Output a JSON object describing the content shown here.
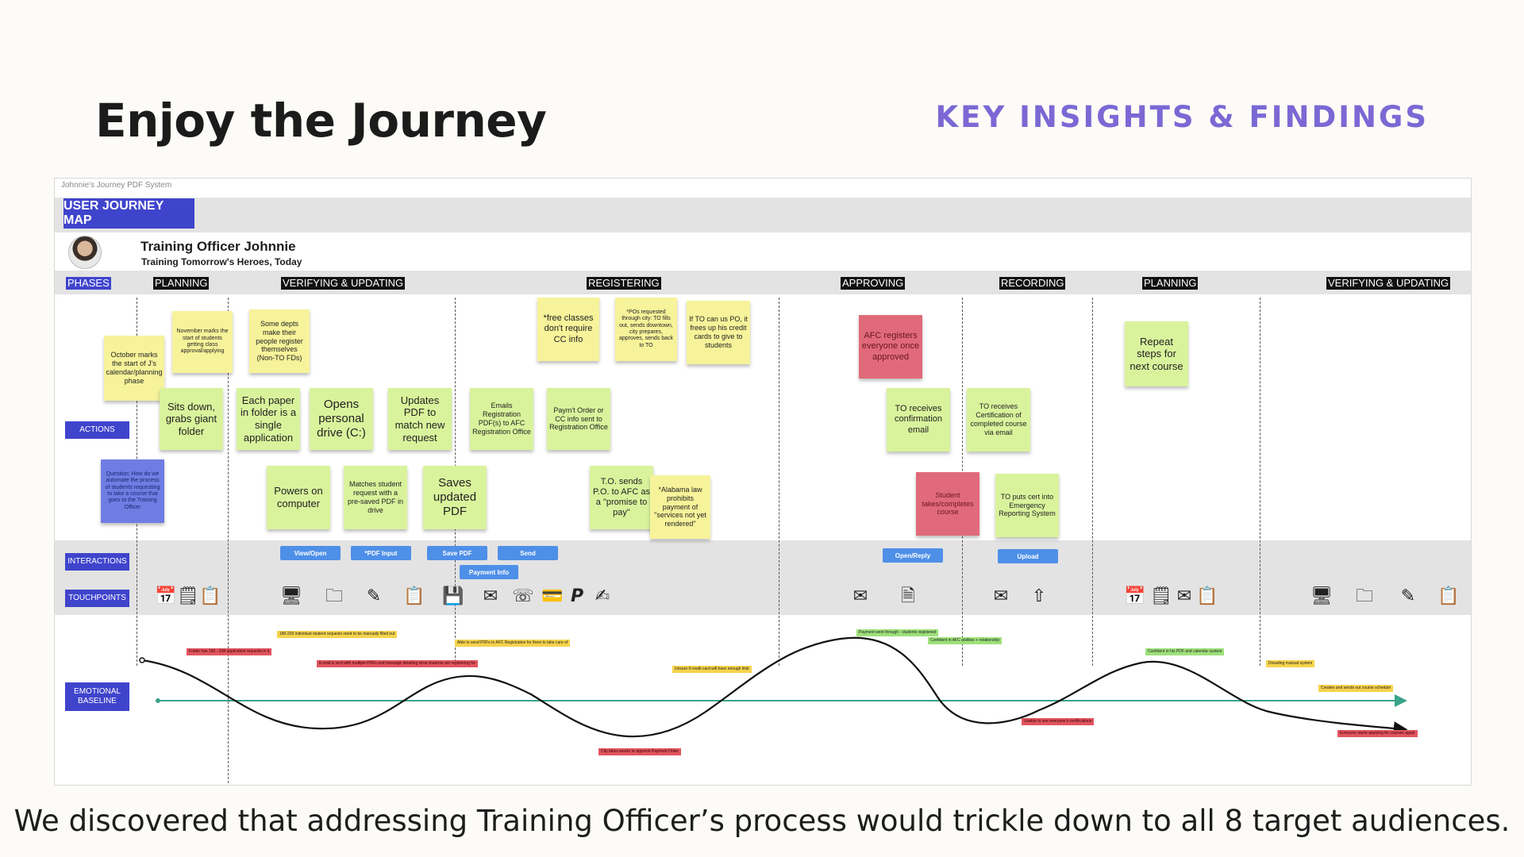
{
  "title": "Enjoy the Journey",
  "kicker": "KEY INSIGHTS & FINDINGS",
  "footer": "We discovered that addressing Training Officer’s process would trickle down to all 8 target audiences.",
  "board": {
    "caption": "Johnnie's Journey PDF System",
    "header": "USER JOURNEY MAP",
    "persona_name": "Training Officer Johnnie",
    "persona_tagline": "Training Tomorrow's Heroes, Today",
    "phases_label": "PHASES",
    "phases": [
      "PLANNING",
      "VERIFYING & UPDATING",
      "REGISTERING",
      "APPROVING",
      "RECORDING",
      "PLANNING",
      "VERIFYING & UPDATING"
    ],
    "row_labels": {
      "actions": "ACTIONS",
      "interactions": "INTERACTIONS",
      "touchpoints": "TOUCHPOINTS",
      "emotional": "EMOTIONAL BASELINE"
    },
    "stickies": [
      "October marks the start of J's calendar/planning phase",
      "November marks the start of students getting class approval/applying",
      "Some depts make their people register themselves (Non-TO FDs)",
      "Sits down, grabs giant folder",
      "Each paper in folder is a single application",
      "Opens personal drive (C:)",
      "Updates PDF to match new request",
      "Emails Registration PDF(s) to AFC Registration Office",
      "Paym't Order or CC info sent to Registration Office",
      "*free classes don't require CC info",
      "*POs requested through city: TO fills out, sends downtown, city prepares, approves, sends back to TO",
      "If TO can us PO, it frees up his credit cards to give to students",
      "Question: How do we automate the process of students requesting to take a course that goes to the Training Officer",
      "Powers on computer",
      "Matches student request with a pre-saved PDF in drive",
      "Saves updated PDF",
      "T.O. sends P.O. to AFC as a \"promise to pay\"",
      "*Alabama law prohibits payment of \"services not yet rendered\"",
      "AFC registers everyone once approved",
      "TO receives confirmation email",
      "Student takes/completes course",
      "TO receives Certification of completed course via email",
      "TO puts cert into Emergency Reporting System",
      "Repeat steps for next course"
    ],
    "interactions": [
      "View/Open",
      "*PDF Input",
      "Save PDF",
      "Payment Info",
      "Send",
      "Open/Reply",
      "Upload"
    ],
    "touchpoint_icons": [
      "calendar-icon",
      "notepad-icon",
      "clipboard-icon",
      "monitor-icon",
      "folder-add-icon",
      "edit-icon",
      "clipboard-sync-icon",
      "save-icon",
      "mail-icon",
      "phone-icon",
      "wallet-icon",
      "paypal-icon",
      "sign-icon",
      "fast-mail-icon",
      "document-icon",
      "mail-icon",
      "upload-icon",
      "calendar-icon",
      "notepad-icon",
      "mail-icon",
      "clipboard-icon",
      "monitor-icon",
      "folder-add-icon",
      "edit-icon",
      "clipboard-sync-icon"
    ],
    "emotion_notes": [
      "180-200 individual student requests need to be manually filled out",
      "Folder has 185 - 208 application requests in it",
      "E-mail is sent with multiple PDFs and message detailing what students are registering for",
      "Able to send PDFs to AFC Registration for them to take care of",
      "Unsure if credit card will have enough limit",
      "Payment went through - students registered",
      "Confident in AFC abilities + relationship",
      "Unable to see everyone's certifications",
      "Confident in his PDF and calendar system",
      "Dreading manual system",
      "Creates and sends out course schedule",
      "Everyone starts applying for courses again",
      "City takes weeks to approve Payment Order"
    ]
  }
}
